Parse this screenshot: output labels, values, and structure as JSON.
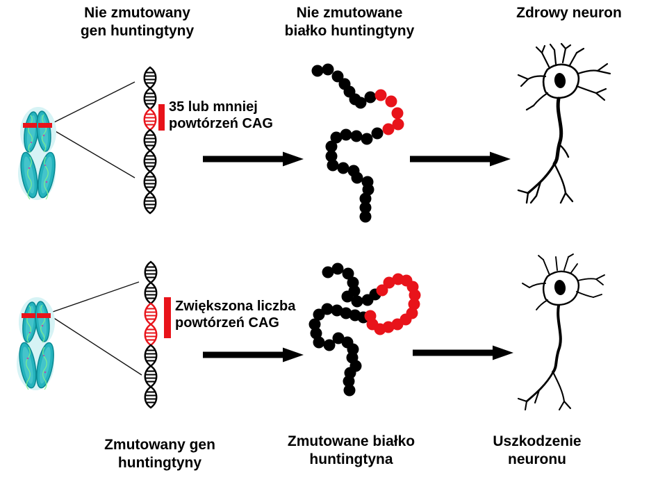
{
  "palette": {
    "background": "#ffffff",
    "highlight_red": "#e8131a",
    "chain_black": "#000000",
    "chromosome_teal": "#25b3bd",
    "chromosome_glow": "#d6f3f5",
    "chromosome_filament_green": "#7df08e"
  },
  "top_row": {
    "gene_label": [
      "Nie zmutowany",
      "gen huntingtyny"
    ],
    "protein_label": [
      "Nie zmutowane",
      "białko huntingtyny"
    ],
    "neuron_label": [
      "Zdrowy neuron"
    ],
    "cag_annotation": [
      "35 lub mnniej",
      "powtórzeń CAG"
    ]
  },
  "bottom_row": {
    "gene_label": [
      "Zmutowany gen",
      "huntingtyny"
    ],
    "protein_label": [
      "Zmutowane białko",
      "huntingtyna"
    ],
    "neuron_label": [
      "Uszkodzenie",
      "neuronu"
    ],
    "cag_annotation": [
      "Zwiększona liczba",
      "powtórzeń CAG"
    ]
  }
}
